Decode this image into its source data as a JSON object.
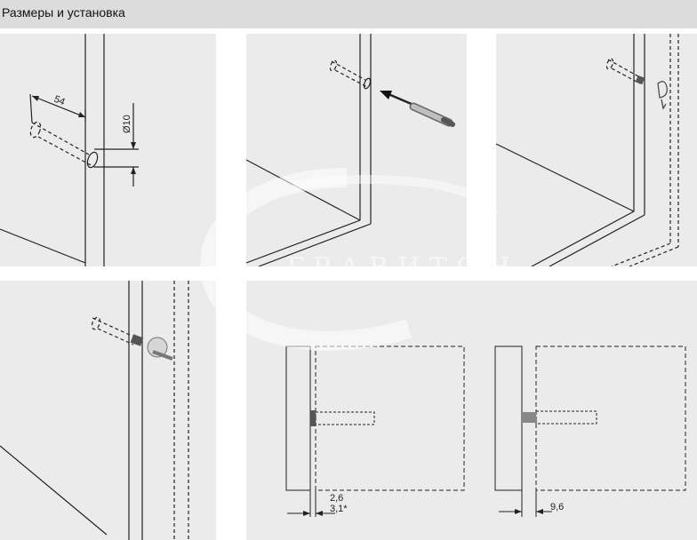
{
  "header": {
    "title": "Размеры и установка"
  },
  "watermark": {
    "text": "ГРАВИТОН"
  },
  "dimensions": {
    "drill_distance": "54",
    "hole_diameter": "Ø10",
    "gap_standard": "2,6",
    "gap_alt": "3,1*",
    "protrusion": "9,6"
  }
}
